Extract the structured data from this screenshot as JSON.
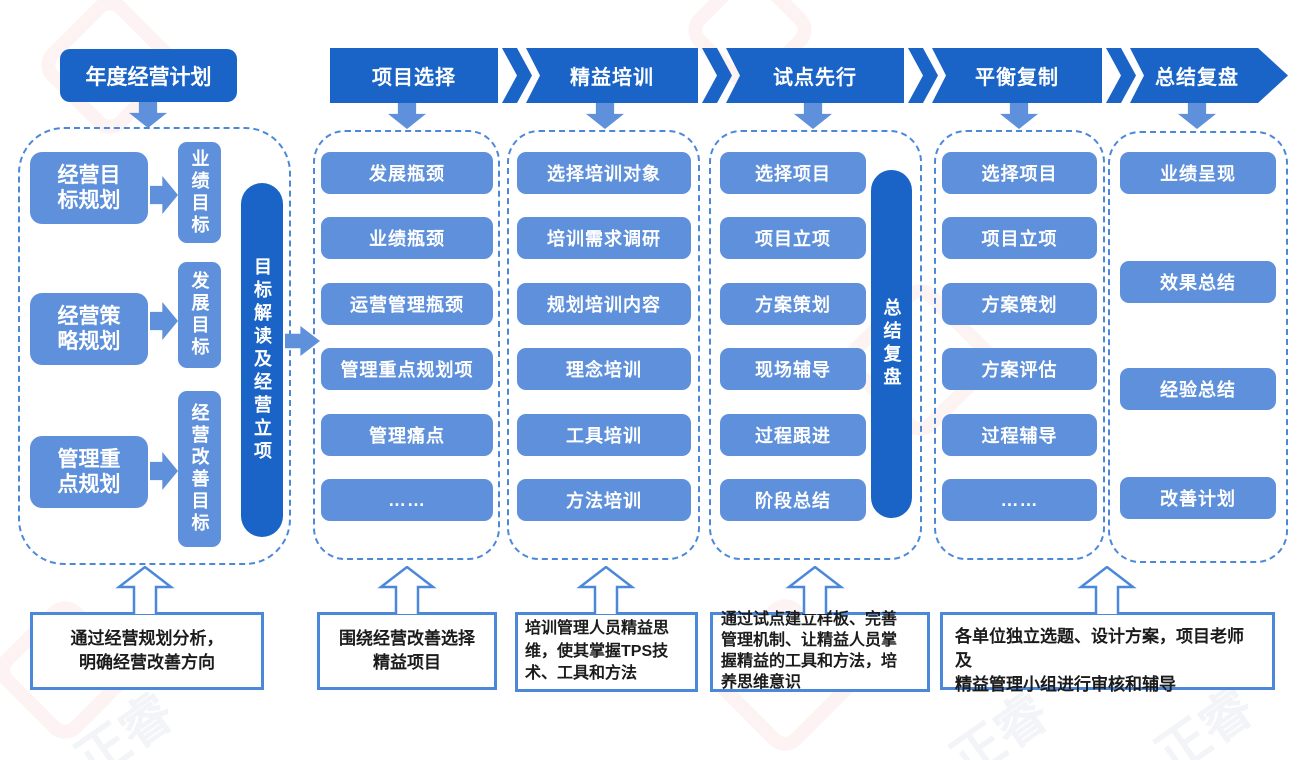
{
  "palette": {
    "dark_blue": "#1A63C7",
    "mid_blue": "#5E90DB",
    "outline_blue": "#4c88da"
  },
  "annual_plan_label": "年度经营计划",
  "stages": [
    {
      "label": "项目选择"
    },
    {
      "label": "精益培训"
    },
    {
      "label": "试点先行"
    },
    {
      "label": "平衡复制"
    },
    {
      "label": "总结复盘"
    }
  ],
  "left_panel": {
    "rows": [
      {
        "source": "经营目\n标规划",
        "target": "业绩目标"
      },
      {
        "source": "经营策\n略规划",
        "target": "发展目标"
      },
      {
        "source": "管理重\n点规划",
        "target": "经营改善目标"
      }
    ],
    "bar_label": "目标解读及经营立项"
  },
  "columns": [
    {
      "items": [
        "发展瓶颈",
        "业绩瓶颈",
        "运营管理瓶颈",
        "管理重点规划项",
        "管理痛点",
        "……"
      ]
    },
    {
      "items": [
        "选择培训对象",
        "培训需求调研",
        "规划培训内容",
        "理念培训",
        "工具培训",
        "方法培训"
      ]
    },
    {
      "items": [
        "选择项目",
        "项目立项",
        "方案策划",
        "现场辅导",
        "过程跟进",
        "阶段总结"
      ],
      "bar_label": "总结复盘"
    },
    {
      "items": [
        "选择项目",
        "项目立项",
        "方案策划",
        "方案评估",
        "过程辅导",
        "……"
      ]
    },
    {
      "items": [
        "业绩呈现",
        "效果总结",
        "经验总结",
        "改善计划"
      ]
    }
  ],
  "bottom_notes": [
    {
      "text": "通过经营规划分析，\n明确经营改善方向"
    },
    {
      "text": "围绕经营改善选择\n精益项目"
    },
    {
      "text": "培训管理人员精益思\n维，使其掌握TPS技\n术、工具和方法"
    },
    {
      "text": "通过试点建立样板、完善\n管理机制、让精益人员掌\n握精益的工具和方法，培\n养思维意识"
    },
    {
      "text": "各单位独立选题、设计方案，项目老师及\n精益管理小组进行审核和辅导"
    }
  ],
  "watermark": {
    "text": "正睿"
  }
}
